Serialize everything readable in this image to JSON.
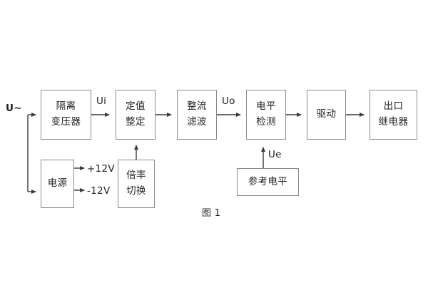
{
  "diagram": {
    "caption": "图 1",
    "colors": {
      "box_border": "#8a8a8a",
      "line": "#3a3a3a",
      "text": "#231f20",
      "background": "#ffffff"
    },
    "blocks": [
      {
        "id": "isolation-transformer",
        "lines": [
          "隔离",
          "变压器"
        ]
      },
      {
        "id": "value-setting",
        "lines": [
          "定值",
          "整定"
        ]
      },
      {
        "id": "rectifier-filter",
        "lines": [
          "整流",
          "滤波"
        ]
      },
      {
        "id": "level-detection",
        "lines": [
          "电平",
          "检测"
        ]
      },
      {
        "id": "driver",
        "lines": [
          "驱动"
        ]
      },
      {
        "id": "output-relay",
        "lines": [
          "出口",
          "继电器"
        ]
      },
      {
        "id": "power-supply",
        "lines": [
          "电源"
        ]
      },
      {
        "id": "ratio-switch",
        "lines": [
          "倍率",
          "切换"
        ]
      },
      {
        "id": "reference-level",
        "lines": [
          "参考电平"
        ]
      }
    ],
    "signal_labels": {
      "input_source": "U~",
      "ui": "Ui",
      "uo": "Uo",
      "ue": "Ue",
      "rail_positive": "+12V",
      "rail_negative": "-12V"
    },
    "connections": [
      {
        "from": "U~",
        "to": "isolation-transformer",
        "label": ""
      },
      {
        "from": "U~",
        "to": "power-supply",
        "label": ""
      },
      {
        "from": "isolation-transformer",
        "to": "value-setting",
        "label": "Ui"
      },
      {
        "from": "value-setting",
        "to": "rectifier-filter",
        "label": ""
      },
      {
        "from": "rectifier-filter",
        "to": "level-detection",
        "label": "Uo"
      },
      {
        "from": "level-detection",
        "to": "driver",
        "label": ""
      },
      {
        "from": "driver",
        "to": "output-relay",
        "label": ""
      },
      {
        "from": "ratio-switch",
        "to": "value-setting",
        "label": ""
      },
      {
        "from": "reference-level",
        "to": "level-detection",
        "label": "Ue"
      },
      {
        "from": "power-supply",
        "to": "+12V rail",
        "label": "+12V"
      },
      {
        "from": "power-supply",
        "to": "-12V rail",
        "label": "-12V"
      }
    ]
  }
}
